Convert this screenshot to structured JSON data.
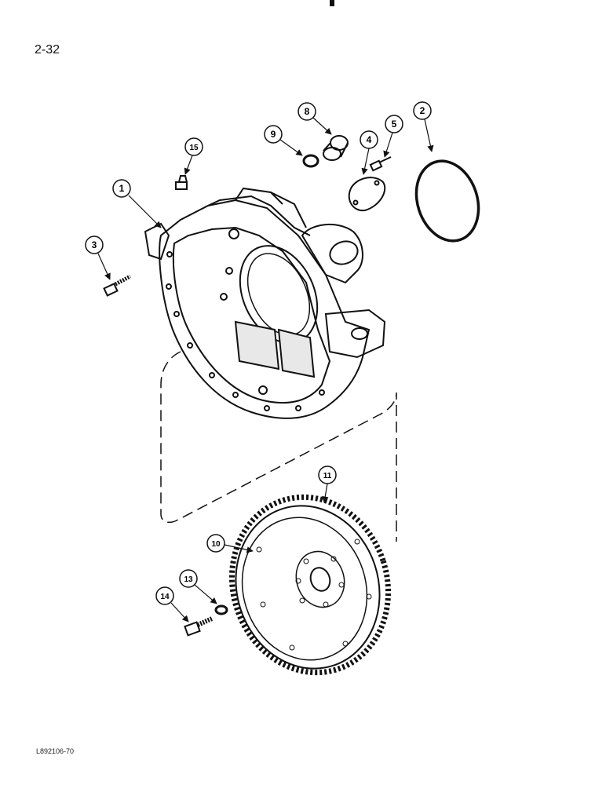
{
  "page": {
    "page_number": "2-32",
    "figure_code": "L892106-70"
  },
  "callouts": [
    {
      "id": "callout-1",
      "label": "1"
    },
    {
      "id": "callout-2",
      "label": "2"
    },
    {
      "id": "callout-3",
      "label": "3"
    },
    {
      "id": "callout-4",
      "label": "4"
    },
    {
      "id": "callout-5",
      "label": "5"
    },
    {
      "id": "callout-8",
      "label": "8"
    },
    {
      "id": "callout-9",
      "label": "9"
    },
    {
      "id": "callout-10",
      "label": "10"
    },
    {
      "id": "callout-11",
      "label": "11"
    },
    {
      "id": "callout-13",
      "label": "13"
    },
    {
      "id": "callout-14",
      "label": "14"
    },
    {
      "id": "callout-15",
      "label": "15"
    }
  ],
  "colors": {
    "ink": "#111111",
    "paper": "#ffffff"
  }
}
